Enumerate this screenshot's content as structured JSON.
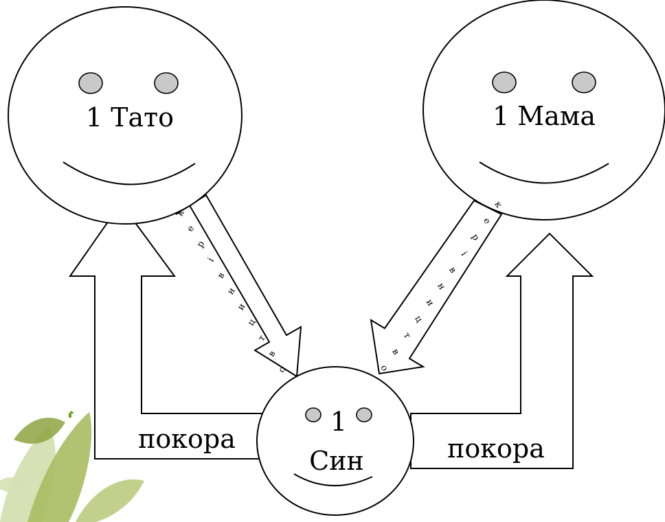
{
  "diagram": {
    "father": {
      "label": "1 Тато"
    },
    "mother": {
      "label": "1 Мама"
    },
    "son": {
      "label_top": "1",
      "label_bottom": "Син"
    },
    "guidance_letters": [
      "к",
      "е",
      "р",
      "і",
      "в",
      "н",
      "и",
      "ц",
      "т",
      "в",
      "о"
    ],
    "obedience_left": "покора",
    "obedience_right": "покора"
  },
  "colors": {
    "eye_fill": "#c9c9c9",
    "outline": "#000000",
    "leaf_green": "#9bb04a",
    "bullet_green": "#6aa01e"
  },
  "icons": [
    "leaf-decoration",
    "bullet-arrow-icon"
  ]
}
